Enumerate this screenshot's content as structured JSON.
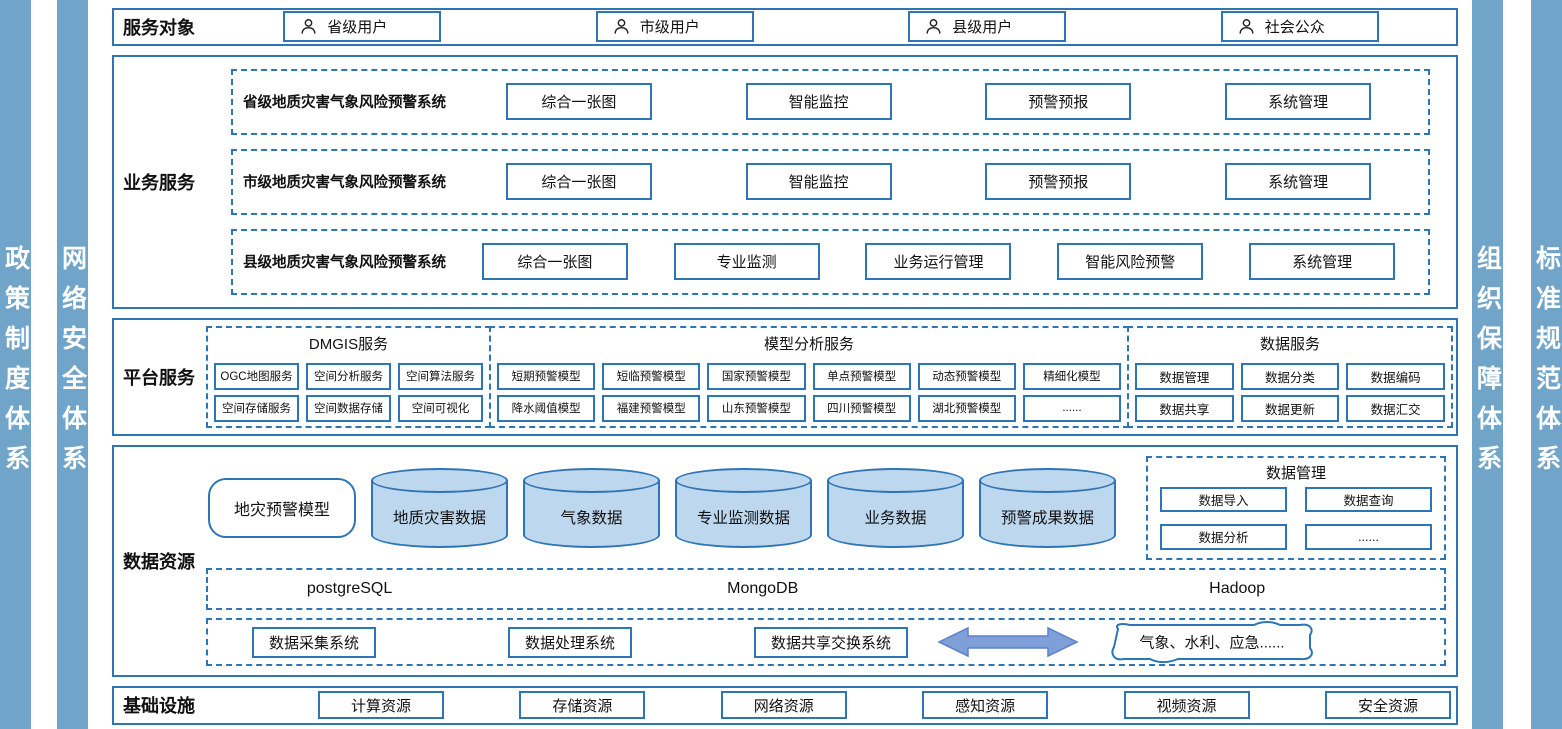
{
  "colors": {
    "accent_border": "#2E75B6",
    "side_bar_fill": "#71A4C9",
    "cylinder_fill": "#BDD7EE",
    "arrow_fill": "#7F9FD8"
  },
  "sidebars": {
    "left": [
      "政策制度体系",
      "网络安全体系"
    ],
    "right": [
      "组织保障体系",
      "标准规范体系"
    ]
  },
  "service_targets": {
    "label": "服务对象",
    "items": [
      "省级用户",
      "市级用户",
      "县级用户",
      "社会公众"
    ]
  },
  "business_services": {
    "label": "业务服务",
    "systems": [
      {
        "name": "省级地质灾害气象风险预警系统",
        "modules": [
          "综合一张图",
          "智能监控",
          "预警预报",
          "系统管理"
        ]
      },
      {
        "name": "市级地质灾害气象风险预警系统",
        "modules": [
          "综合一张图",
          "智能监控",
          "预警预报",
          "系统管理"
        ]
      },
      {
        "name": "县级地质灾害气象风险预警系统",
        "modules": [
          "综合一张图",
          "专业监测",
          "业务运行管理",
          "智能风险预警",
          "系统管理"
        ]
      }
    ]
  },
  "platform_services": {
    "label": "平台服务",
    "groups": [
      {
        "title": "DMGIS服务",
        "rows": [
          [
            "OGC地图服务",
            "空间分析服务",
            "空间算法服务"
          ],
          [
            "空间存储服务",
            "空间数据存储",
            "空间可视化"
          ]
        ]
      },
      {
        "title": "模型分析服务",
        "rows": [
          [
            "短期预警模型",
            "短临预警模型",
            "国家预警模型",
            "单点预警模型",
            "动态预警模型",
            "精细化模型"
          ],
          [
            "降水阈值模型",
            "福建预警模型",
            "山东预警模型",
            "四川预警模型",
            "湖北预警模型",
            "......"
          ]
        ]
      },
      {
        "title": "数据服务",
        "rows": [
          [
            "数据管理",
            "数据分类",
            "数据编码"
          ],
          [
            "数据共享",
            "数据更新",
            "数据汇交"
          ]
        ]
      }
    ]
  },
  "data_resources": {
    "label": "数据资源",
    "model_box": "地灾预警模型",
    "cylinders": [
      "地质灾害数据",
      "气象数据",
      "专业监测数据",
      "业务数据",
      "预警成果数据"
    ],
    "data_management": {
      "title": "数据管理",
      "items": [
        "数据导入",
        "数据查询",
        "数据分析",
        "......"
      ]
    },
    "databases": [
      "postgreSQL",
      "MongoDB",
      "Hadoop"
    ],
    "systems": [
      "数据采集系统",
      "数据处理系统",
      "数据共享交换系统"
    ],
    "external_systems": "气象、水利、应急......"
  },
  "infrastructure": {
    "label": "基础设施",
    "items": [
      "计算资源",
      "存储资源",
      "网络资源",
      "感知资源",
      "视频资源",
      "安全资源"
    ]
  }
}
